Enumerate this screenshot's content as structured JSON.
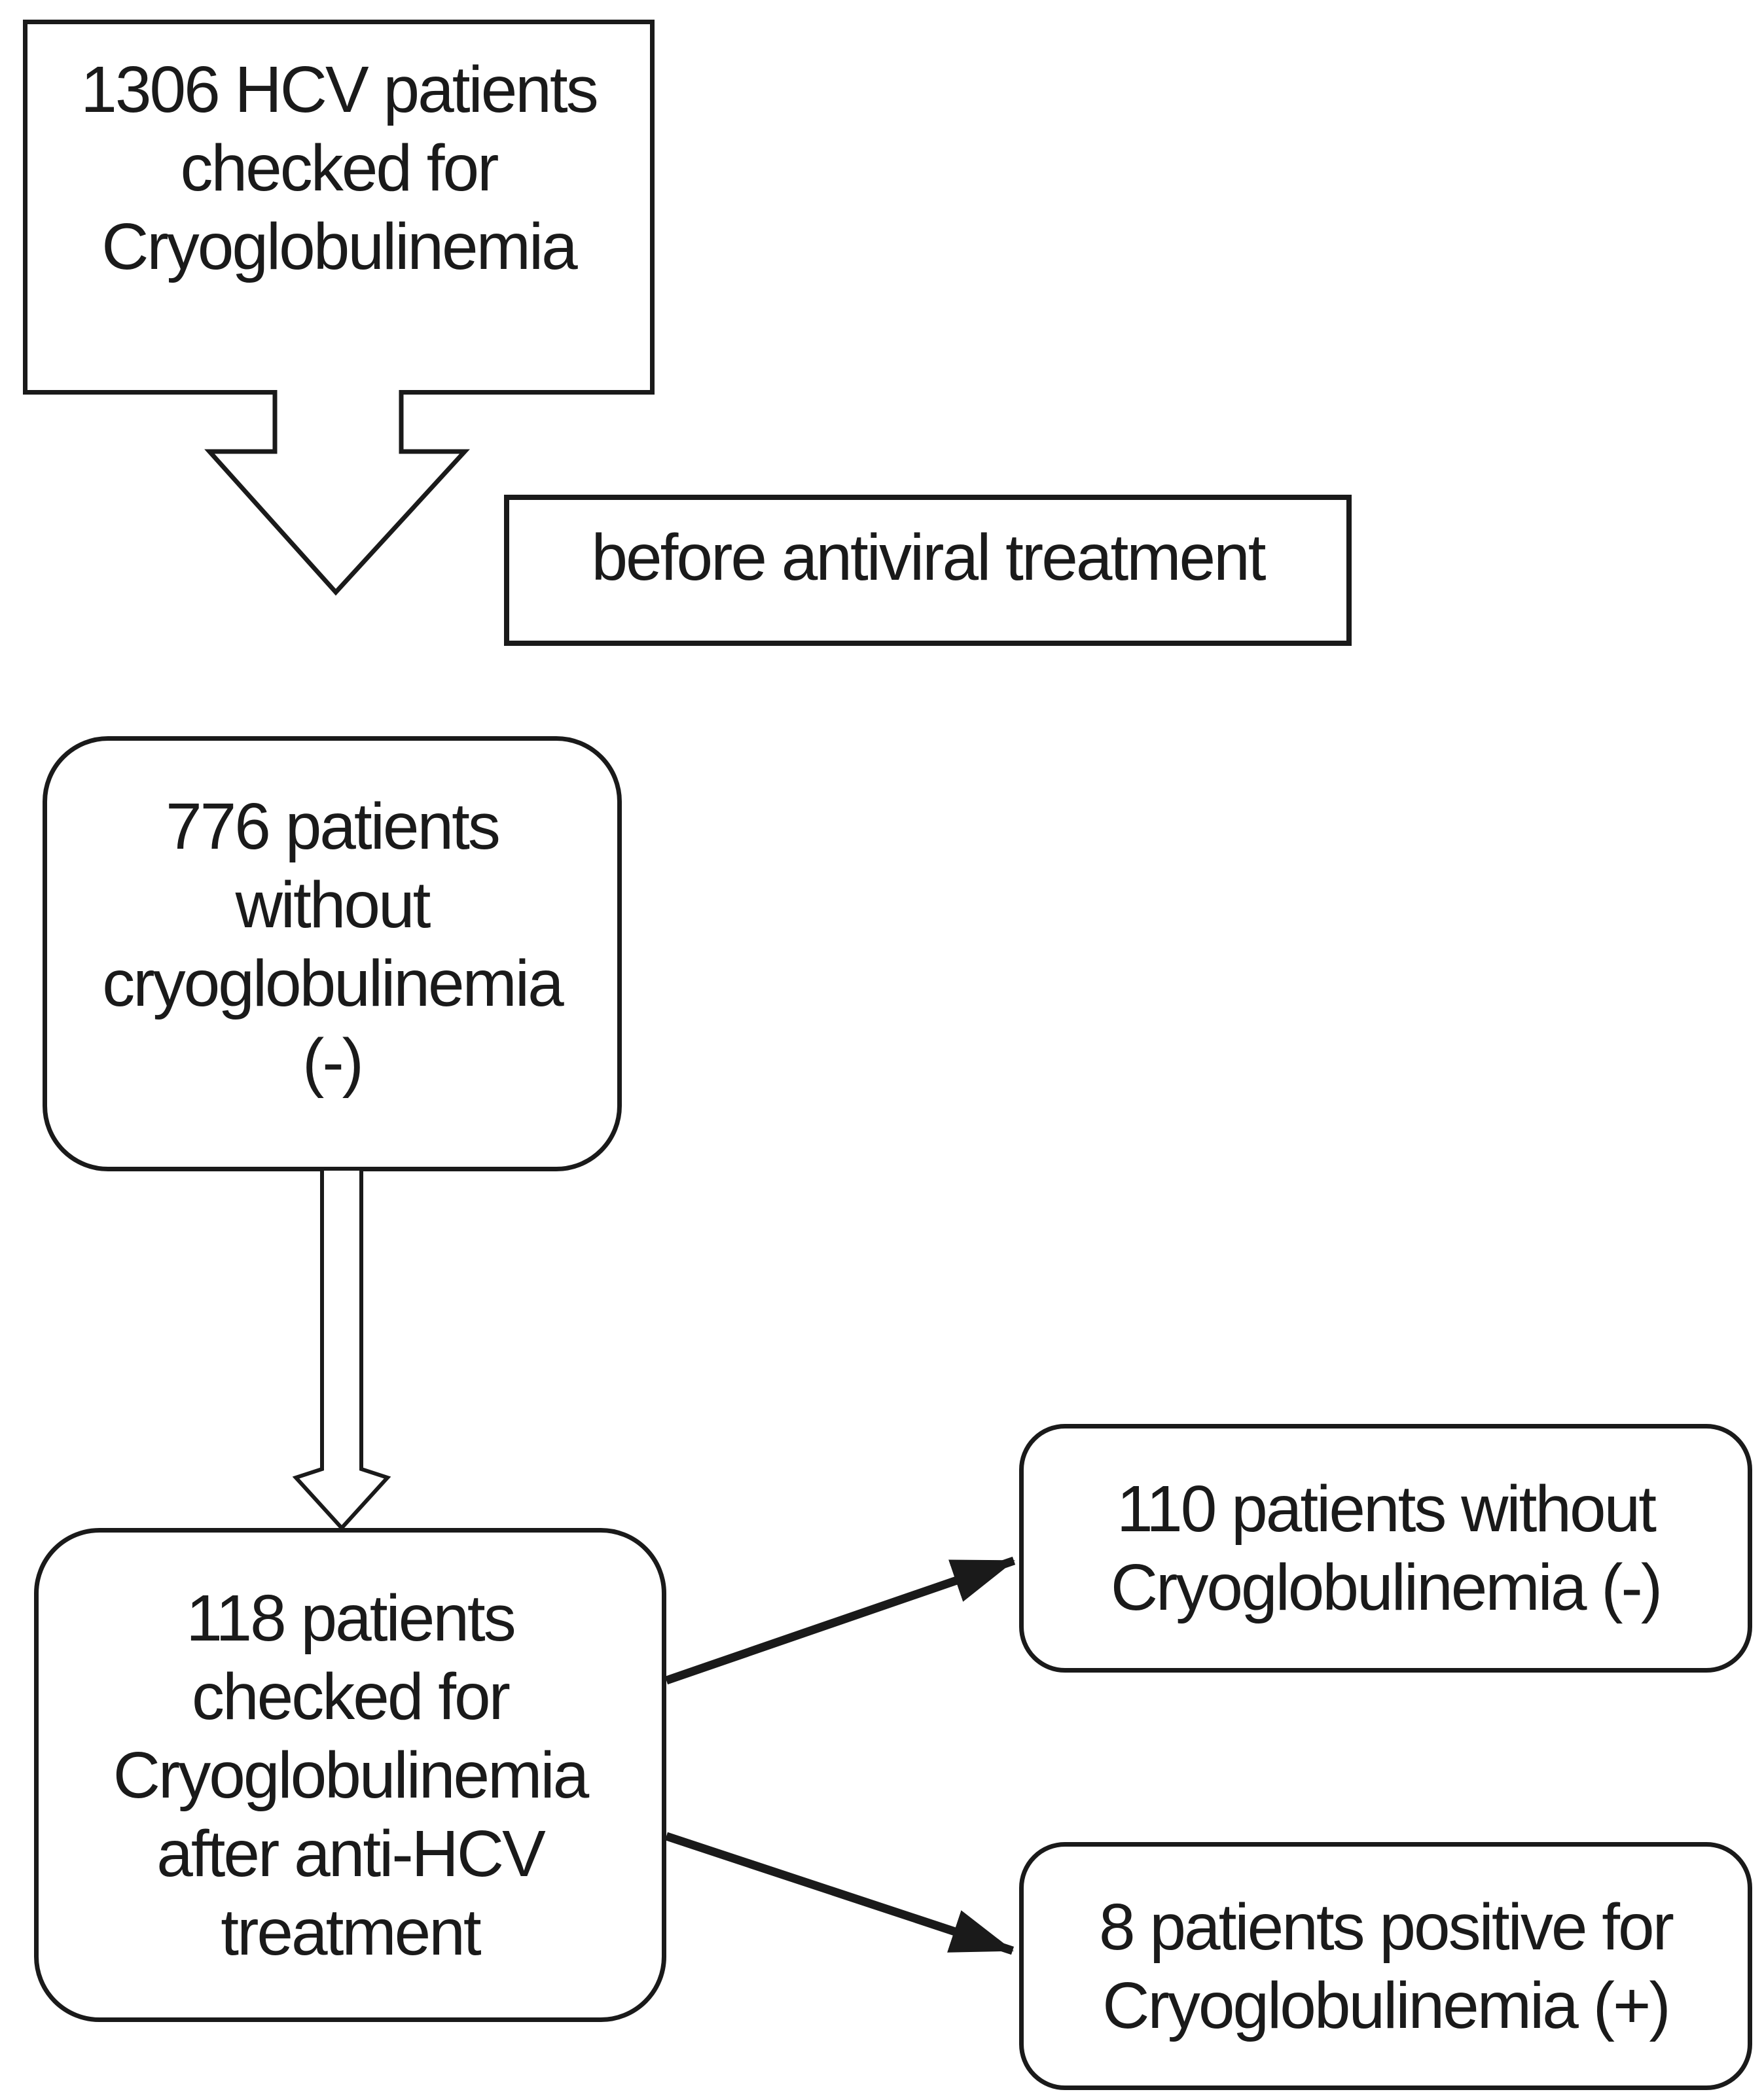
{
  "colors": {
    "ink": "#1a1a1a",
    "background": "#ffffff"
  },
  "nodes": {
    "screened": {
      "lines": [
        "1306 HCV patients",
        "checked for",
        "Cryoglobulinemia"
      ]
    },
    "timing_label": {
      "text": "before antiviral treatment"
    },
    "negative_before": {
      "lines": [
        "776 patients",
        "without",
        "cryoglobulinemia",
        "(-)"
      ]
    },
    "checked_after": {
      "lines": [
        "118 patients",
        "checked for",
        "Cryoglobulinemia",
        "after anti-HCV",
        "treatment"
      ]
    },
    "negative_after": {
      "lines": [
        "110 patients without",
        "Cryoglobulinemia (-)"
      ]
    },
    "positive_after": {
      "lines": [
        "8 patients positive for",
        "Cryoglobulinemia (+)"
      ]
    }
  },
  "edges": [
    {
      "from": "screened",
      "to": "negative_before",
      "style": "hollow-block-arrow"
    },
    {
      "from": "negative_before",
      "to": "checked_after",
      "style": "hollow-line-arrow"
    },
    {
      "from": "checked_after",
      "to": "negative_after",
      "style": "solid-arrow"
    },
    {
      "from": "checked_after",
      "to": "positive_after",
      "style": "solid-arrow"
    }
  ]
}
